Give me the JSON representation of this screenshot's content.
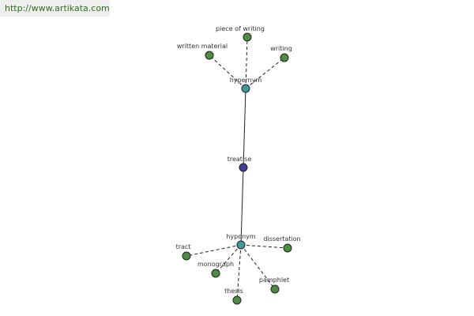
{
  "banner": {
    "url_text": "http://www.artikata.com"
  },
  "colors": {
    "center": "#3b3f98",
    "hub": "#3c9a9a",
    "leaf": "#4e8c44",
    "stroke": "#222222"
  },
  "diagram": {
    "center": {
      "id": "center",
      "label": "treatise"
    },
    "hubs": [
      {
        "id": "hypernym",
        "label": "hypernym"
      },
      {
        "id": "hyponym",
        "label": "hyponym"
      }
    ],
    "leaves": [
      {
        "id": "piece-of-writing",
        "hub": "hypernym",
        "label": "piece of writing"
      },
      {
        "id": "written-material",
        "hub": "hypernym",
        "label": "written material"
      },
      {
        "id": "writing",
        "hub": "hypernym",
        "label": "writing"
      },
      {
        "id": "tract",
        "hub": "hyponym",
        "label": "tract"
      },
      {
        "id": "dissertation",
        "hub": "hyponym",
        "label": "dissertation"
      },
      {
        "id": "monograph",
        "hub": "hyponym",
        "label": "monograph"
      },
      {
        "id": "pamphlet",
        "hub": "hyponym",
        "label": "pamphlet"
      },
      {
        "id": "thesis",
        "hub": "hyponym",
        "label": "thesis"
      }
    ]
  }
}
